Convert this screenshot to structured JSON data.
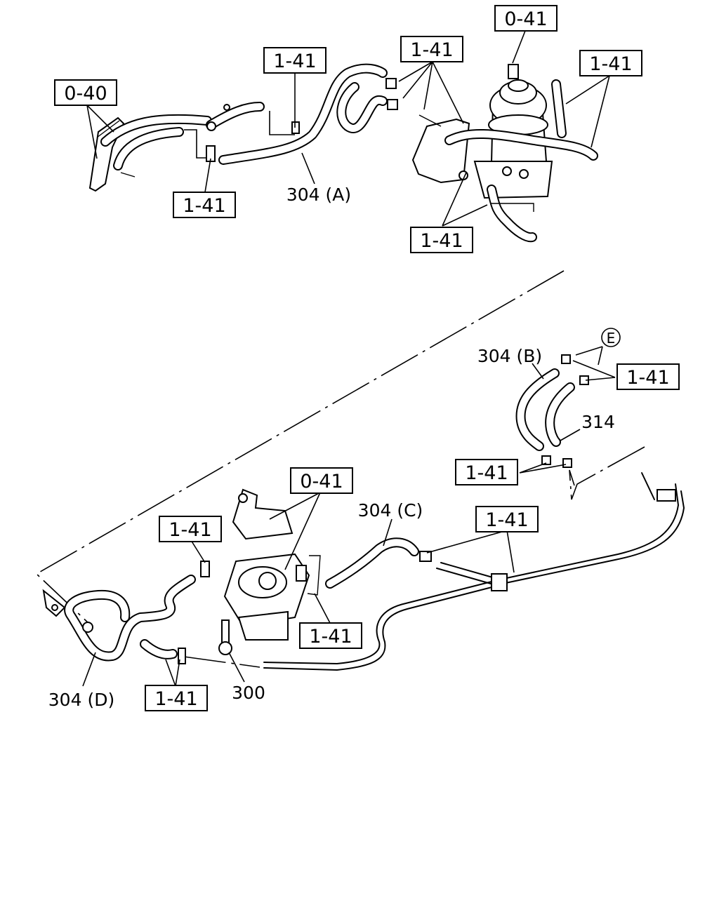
{
  "callouts": {
    "c_top_filter": "0-41",
    "c_top_right": "1-41",
    "c_top_center": "1-41",
    "c_top_mid": "1-41",
    "c_left_bracket": "0-40",
    "c_left_low": "1-41",
    "c_filter_base": "1-41",
    "c_right_clips": "1-41",
    "c_mid_clips": "1-41",
    "c_pump_bracket": "0-41",
    "c_pump_left": "1-41",
    "c_pipe_clips": "1-41",
    "c_pump_right": "1-41",
    "c_bottom_left": "1-41"
  },
  "labels": {
    "hose_a": "304 (A)",
    "hose_b": "304 (B)",
    "hose_c": "304 (C)",
    "hose_d": "304 (D)",
    "pipe_314": "314",
    "bolt_300": "300",
    "ref_e": "E"
  }
}
